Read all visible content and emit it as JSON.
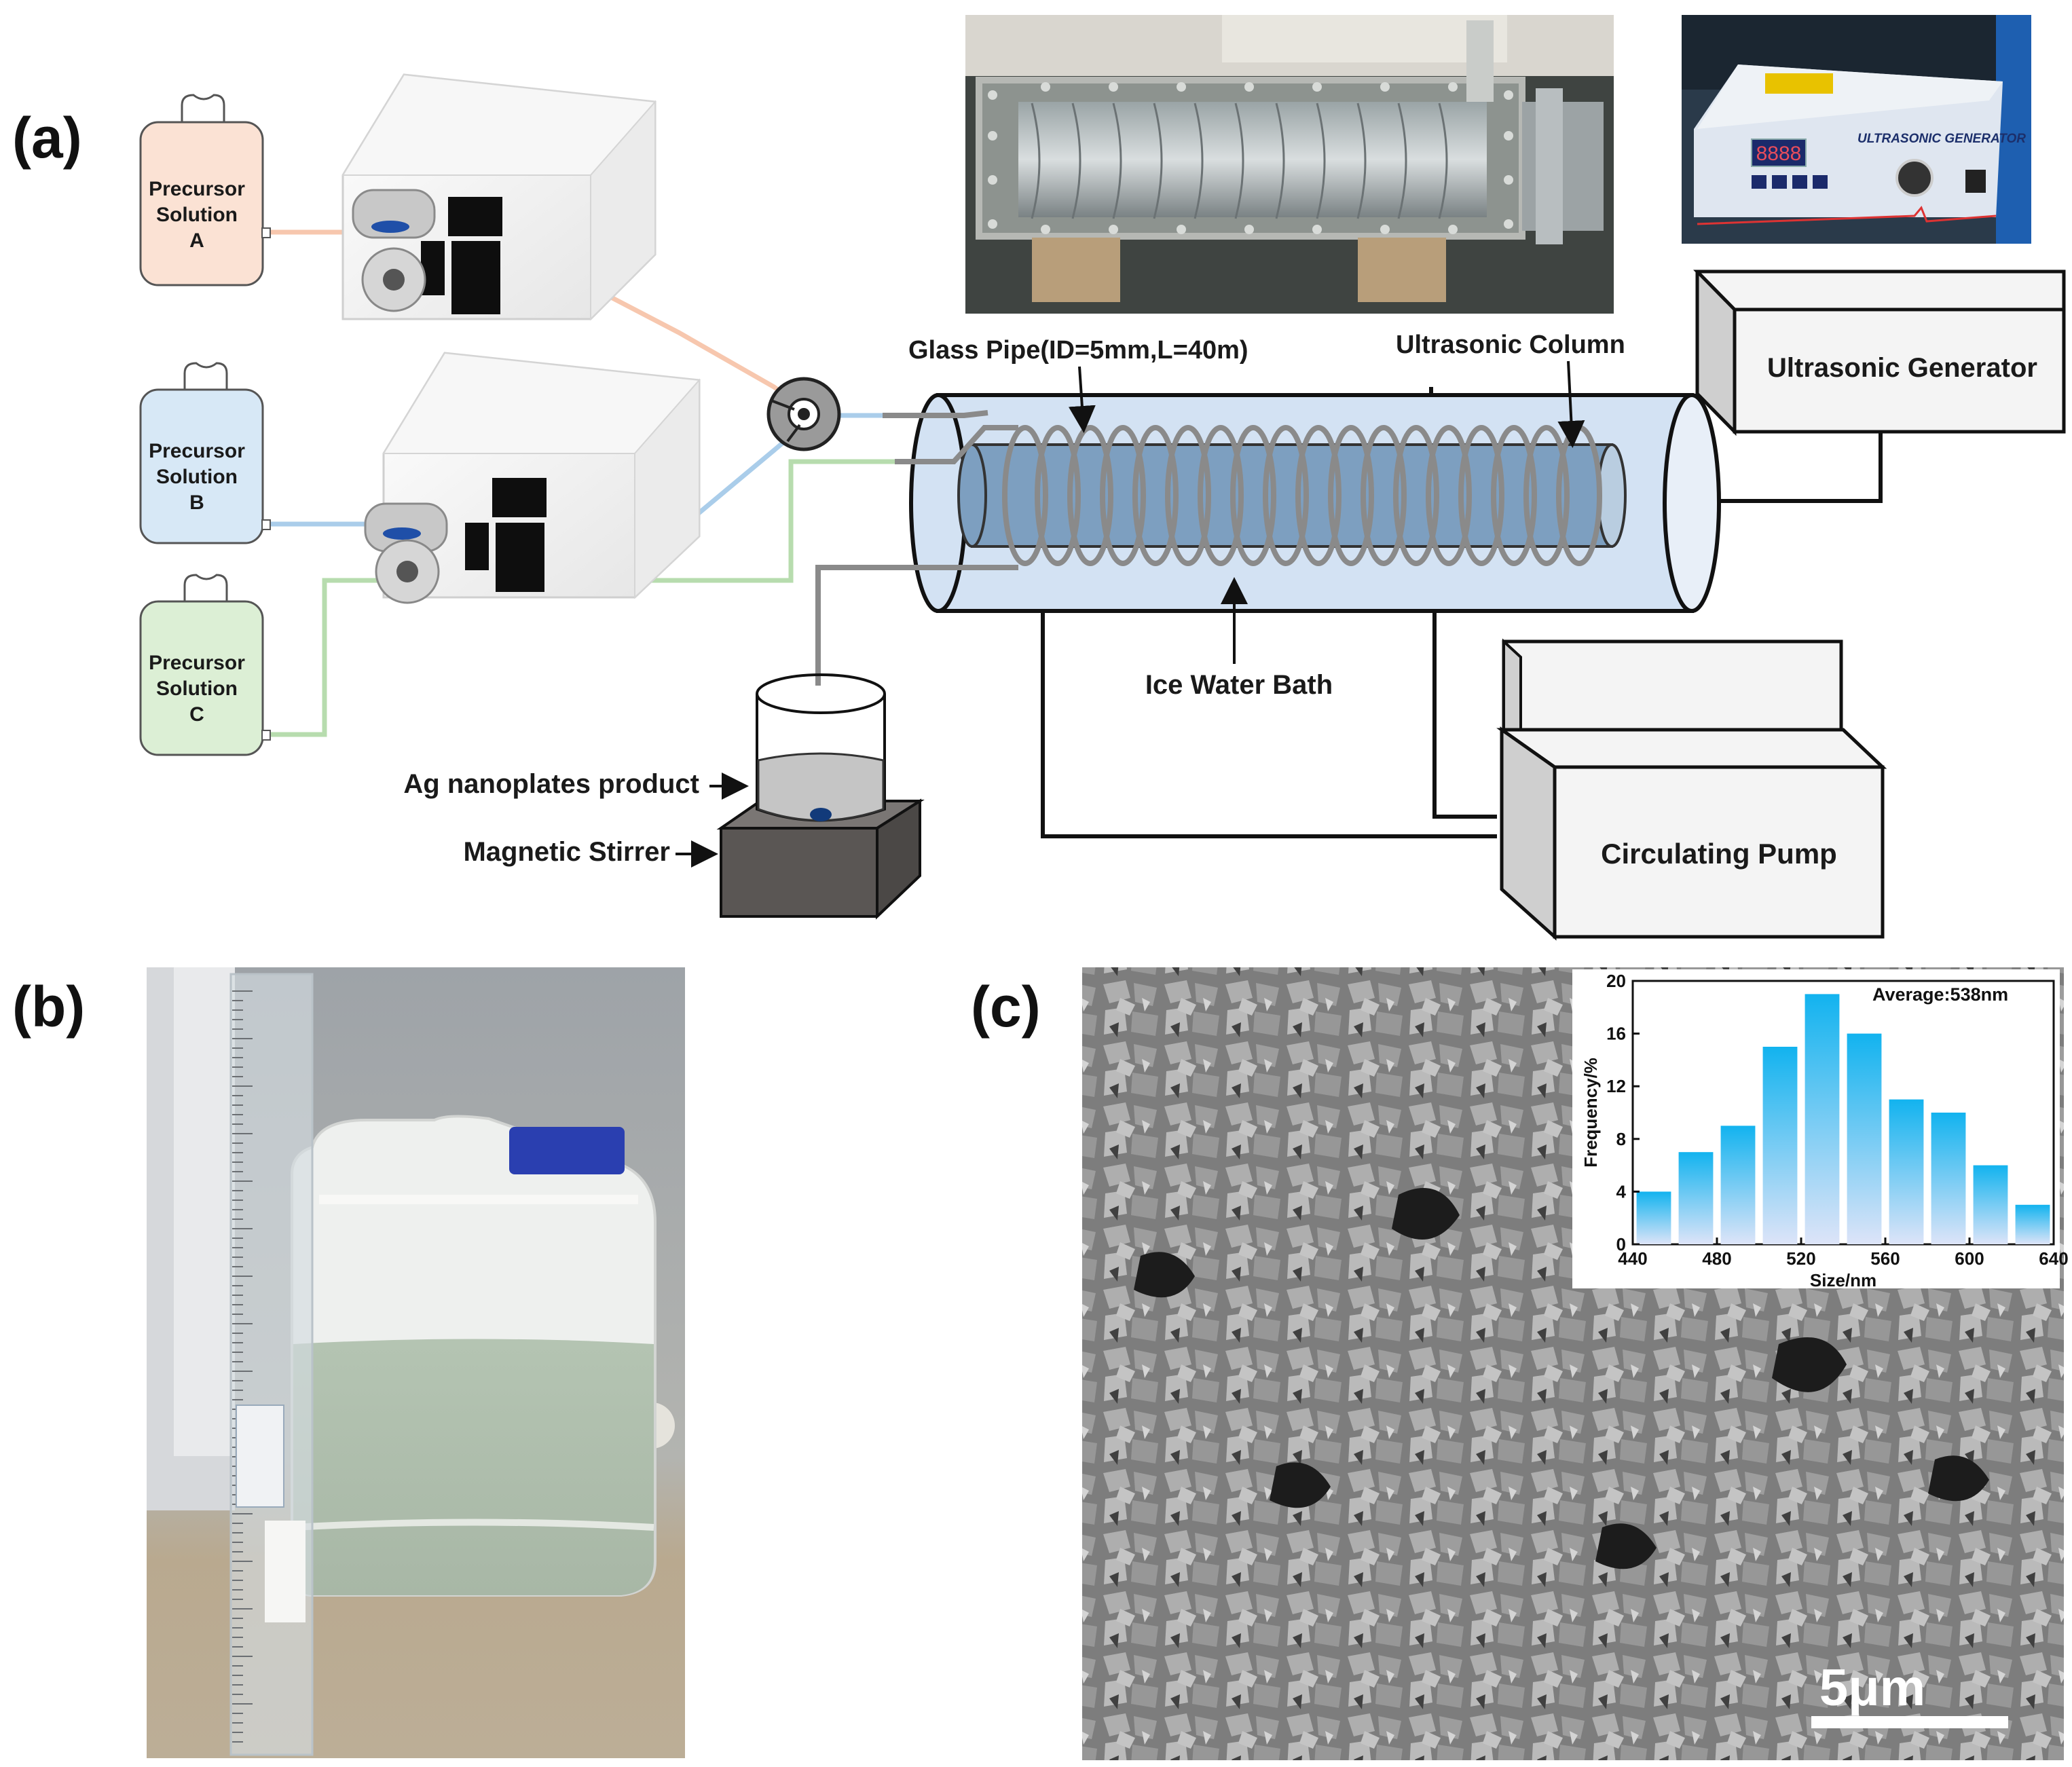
{
  "panels": {
    "a": "(a)",
    "b": "(b)",
    "c": "(c)"
  },
  "precursors": [
    {
      "line1": "Precursor",
      "line2": "Solution",
      "line3": "A",
      "fill": "#fbe2d4",
      "tube": "#f7c7ae"
    },
    {
      "line1": "Precursor",
      "line2": "Solution",
      "line3": "B",
      "fill": "#d7e8f6",
      "tube": "#aacdea"
    },
    {
      "line1": "Precursor",
      "line2": "Solution",
      "line3": "C",
      "fill": "#dcefd5",
      "tube": "#b7dcae"
    }
  ],
  "labels": {
    "glass_pipe": "Glass Pipe(ID=5mm,L=40m)",
    "ultrasonic_column": "Ultrasonic Column",
    "ultrasonic_generator": "Ultrasonic Generator",
    "ice_water_bath": "Ice Water Bath",
    "circulating_pump": "Circulating Pump",
    "ag_product": "Ag nanoplates product",
    "magnetic_stirrer": "Magnetic Stirrer"
  },
  "photo_generator": {
    "brand": "ULTRASONIC GENERATOR",
    "display": "8888"
  },
  "sem": {
    "scale_bar": "5μm"
  },
  "chart_data": {
    "type": "bar",
    "annotation": "Average:538nm",
    "xlabel": "Size/nm",
    "ylabel": "Frequency/%",
    "bin_centers": [
      450,
      470,
      490,
      510,
      530,
      550,
      570,
      590,
      610,
      630
    ],
    "values": [
      4,
      7,
      9,
      15,
      19,
      16,
      11,
      10,
      6,
      3
    ],
    "xlim": [
      440,
      640
    ],
    "ylim": [
      0,
      20
    ],
    "xticks": [
      440,
      480,
      520,
      560,
      600,
      640
    ],
    "yticks": [
      0,
      4,
      8,
      12,
      16,
      20
    ],
    "bar_color_top": "#12b3ef",
    "bar_color_bottom": "#dde4f8"
  },
  "colors": {
    "outline": "#555555",
    "coil": "#8a8a8a",
    "bath": "#d3e2f3",
    "column": "#7d9fc0"
  }
}
